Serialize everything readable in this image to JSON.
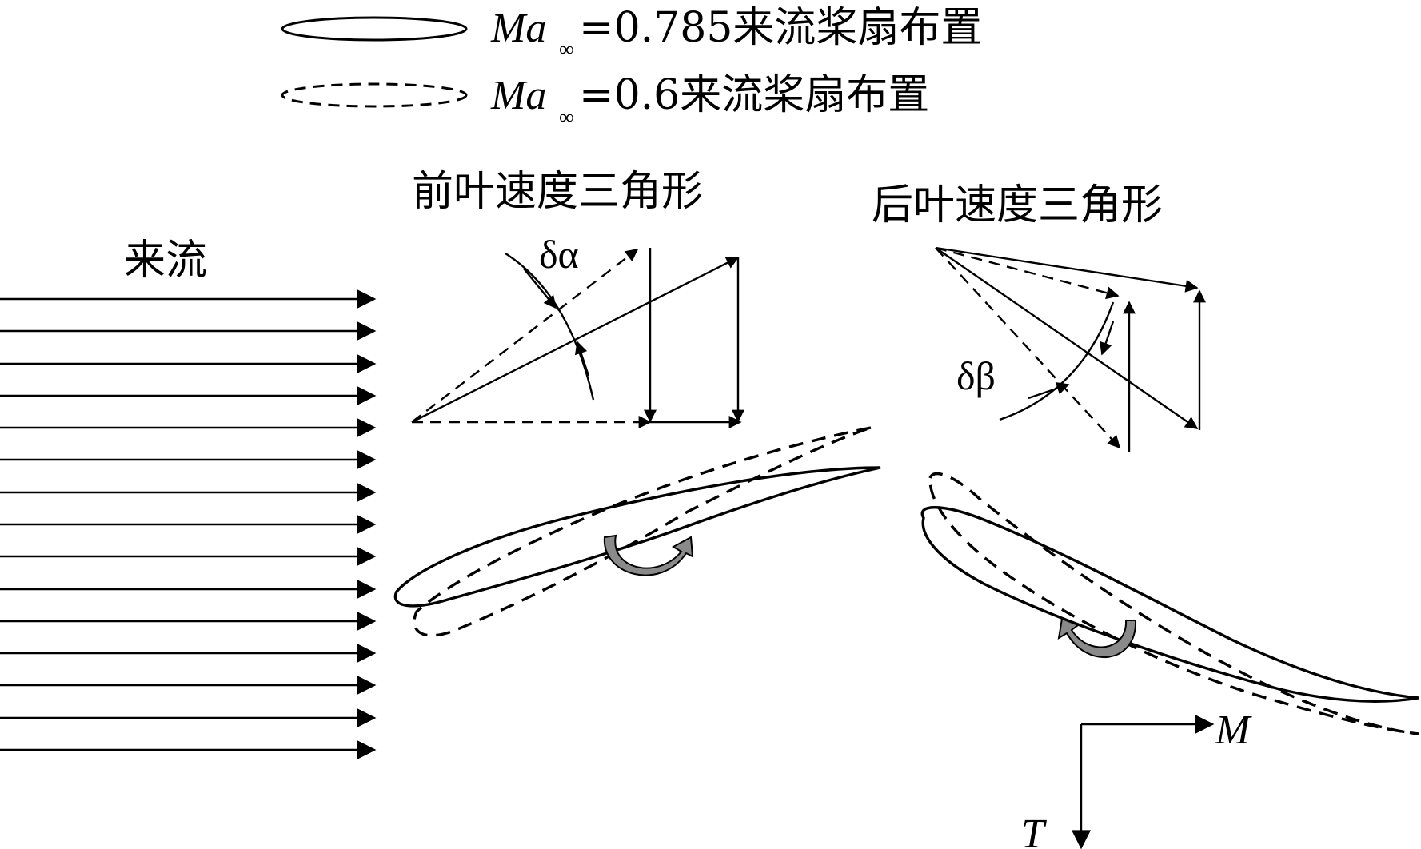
{
  "legend": {
    "solid": {
      "symbol": "Ma",
      "subscript": "∞",
      "text": "=0.785来流桨扇布置"
    },
    "dashed": {
      "symbol": "Ma",
      "subscript": "∞",
      "text": "=0.6来流桨扇布置"
    }
  },
  "labels": {
    "inflow": "来流",
    "front_triangle": "前叶速度三角形",
    "rear_triangle": "后叶速度三角形",
    "delta_alpha": "δα",
    "delta_beta": "δβ",
    "axis_m": "M",
    "axis_t": "T"
  },
  "colors": {
    "line": "#000000",
    "rotation_arrow": "#8a8a8a",
    "background": "#ffffff"
  },
  "icons": {
    "rotation": "curved-rotation-arrow-icon"
  }
}
